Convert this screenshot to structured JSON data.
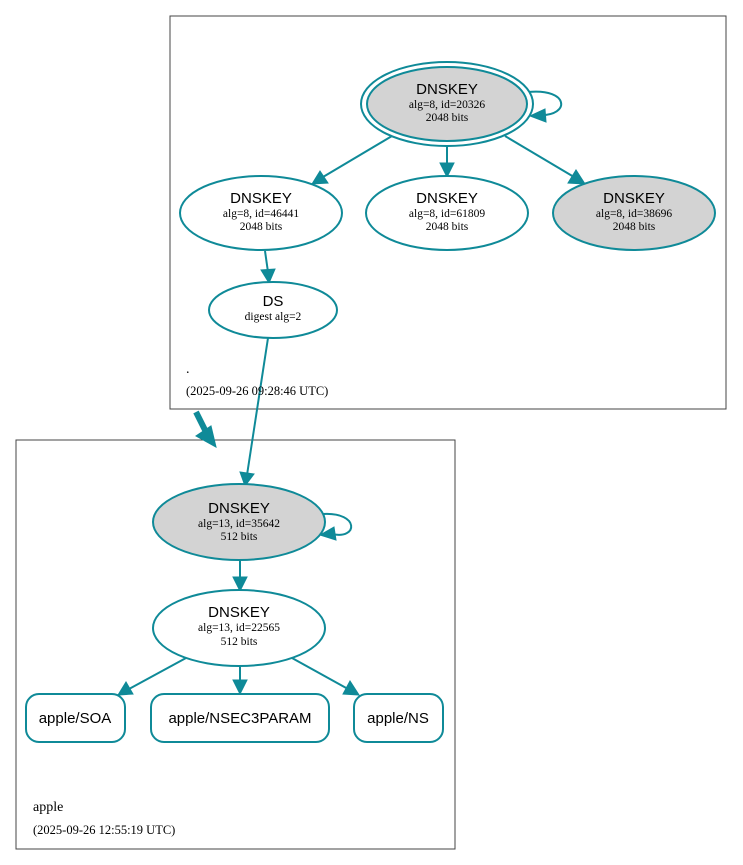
{
  "colors": {
    "edge": "#0f8a98",
    "signing_fill": "#d3d3d3",
    "plain_fill": "#ffffff",
    "zone_border": "#444444"
  },
  "root_zone": {
    "name": ".",
    "timestamp": "(2025-09-26 09:28:46 UTC)",
    "ksk": {
      "title": "DNSKEY",
      "line1": "alg=8, id=20326",
      "line2": "2048 bits"
    },
    "zsk_a": {
      "title": "DNSKEY",
      "line1": "alg=8, id=46441",
      "line2": "2048 bits"
    },
    "zsk_b": {
      "title": "DNSKEY",
      "line1": "alg=8, id=61809",
      "line2": "2048 bits"
    },
    "zsk_c": {
      "title": "DNSKEY",
      "line1": "alg=8, id=38696",
      "line2": "2048 bits"
    },
    "ds": {
      "title": "DS",
      "line1": "digest alg=2"
    }
  },
  "apple_zone": {
    "name": "apple",
    "timestamp": "(2025-09-26 12:55:19 UTC)",
    "ksk": {
      "title": "DNSKEY",
      "line1": "alg=13, id=35642",
      "line2": "512 bits"
    },
    "zsk": {
      "title": "DNSKEY",
      "line1": "alg=13, id=22565",
      "line2": "512 bits"
    },
    "records": {
      "soa": "apple/SOA",
      "nsec3param": "apple/NSEC3PARAM",
      "ns": "apple/NS"
    }
  }
}
